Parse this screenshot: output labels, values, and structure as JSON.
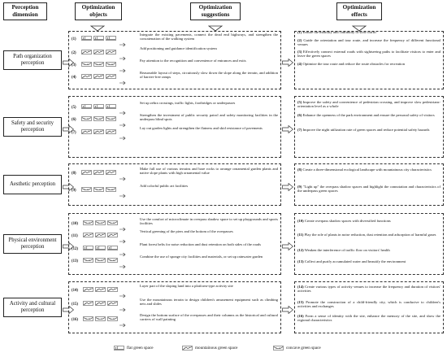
{
  "headers": {
    "dimension": "Perception dimension",
    "objects": "Optimization objects",
    "suggestions": "Optimization suggestions",
    "effects": "Optimization effects"
  },
  "groups": [
    {
      "dimension": "Path organization perception",
      "objects": [
        "(1)",
        "(2)",
        "(3)",
        "(4)"
      ],
      "suggestions": [
        "Integrate the existing pavements, connect the dead end highways, and strengthen the concatenation of the walking system",
        "Add positioning and guidance identification system",
        "Pay attention to the recognition and convenience of entrances and exits",
        "Reasonable layout of steps, circuitously slow down the slope along the terrain, and addition of barrier-free ramps"
      ],
      "effects": [
        [
          "(1)",
          "Ensure the mobility and continuity of slow traffic"
        ],
        [
          "(2)",
          "Guide the orientation and tour route, and increase the frequency of different functional venues"
        ],
        [
          "(3)",
          "Effectively connect external roads with sightseeing paths to facilitate visitors to enter and leave the green spaces"
        ],
        [
          "(4)",
          "Optimize the tour route and reduce the route obstacles for recreation"
        ]
      ]
    },
    {
      "dimension": "Safety and security perception",
      "objects": [
        "(5)",
        "(6)",
        "(7)"
      ],
      "suggestions": [
        "Set up zebra crossings, traffic lights, footbridges or underpasses",
        "Strengthen the investment of public security patrol and safety monitoring facilities in the underpass blind spots",
        "Lay out garden lights and strengthen the flatness and skid resistance of pavements"
      ],
      "effects": [
        [
          "(5)",
          "Improve the safety and convenience of pedestrian crossing, and improve slow pedestrians-orientation level as a whole"
        ],
        [
          "(6)",
          "Enhance the openness of the park environment and ensure the personal safety of visitors"
        ],
        [
          "(7)",
          "Improve the night utilization rate of green spaces and reduce potential safety hazards"
        ]
      ]
    },
    {
      "dimension": "Aesthetic perception",
      "objects": [
        "(8)",
        "(9)"
      ],
      "suggestions": [
        "Make full use of various terrains and bare rocks to arrange ornamental garden plants and native slope plants with high ornamental value",
        "Add colorful public art facilities"
      ],
      "effects": [
        [
          "(8)",
          "Create a three-dimensional ecological landscape with mountainous city characteristics"
        ],
        [
          "(9)",
          "\"Light up\" the overpass shadow spaces and highlight the connotation and characteristics of the underpass green spaces"
        ]
      ]
    },
    {
      "dimension": "Physical environment perception",
      "objects": [
        "(10)",
        "(11)",
        "(12)",
        "(13)"
      ],
      "suggestions": [
        "Use the comfort of microclimate in overpass shadow space to set up playgrounds and sports facilities",
        "Vertical greening of the piers and the bottom of the overpasses",
        "Plant forest belts for noise reduction and dust retention on both sides of the roads",
        "Combine the use of sponge city facilities and materials, or set up rainwater garden"
      ],
      "effects": [
        [
          "(10)",
          "Create overpass shadow spaces with diversified functions"
        ],
        [
          "(11)",
          "Play the role of plants in noise reduction, dust retention and adsorption of harmful gases"
        ],
        [
          "(12)",
          "Weaken the interference of traffic flow on visitors' health"
        ],
        [
          "(13)",
          "Collect and purify accumulated water and beautify the environment"
        ]
      ]
    },
    {
      "dimension": "Activity and cultural perception",
      "objects": [
        "(14)",
        "(15)",
        "(16)"
      ],
      "suggestions": [
        "Layer part of the sloping land into a platform-type activity site",
        "Use the mountainous terrain to design children's amusement equipment such as climbing nets and slides",
        "Design the bottom surface of the overpasses and their columns as the historical and cultural carriers of wall painting"
      ],
      "effects": [
        [
          "(14)",
          "Create various types of activity venues to increase the frequency and duration of visitors' activities"
        ],
        [
          "(15)",
          "Promote the construction of a child-friendly city, which is conducive to children's activities and exchanges"
        ],
        [
          "(16)",
          "Form a sense of identity with the site, enhance the memory of the site, and show the regional characteristics"
        ]
      ]
    }
  ],
  "legend": {
    "flat": "flat green space",
    "mountain": "mountainous green space",
    "concave": "concave green space"
  }
}
